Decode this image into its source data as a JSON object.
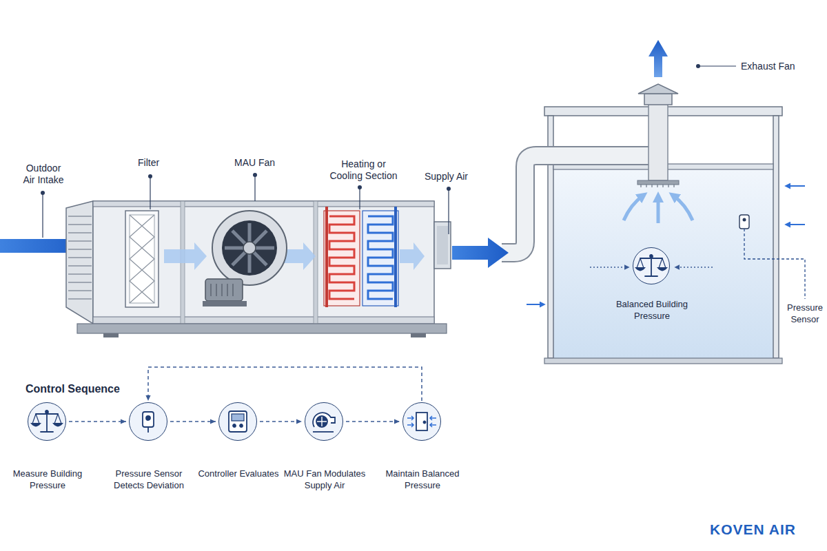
{
  "diagram": {
    "nodes": [
      {
        "text": [
          "Balanced Building Pressure"
        ]
      },
      {
        "text": [
          "Measure Building Pressure"
        ]
      },
      {
        "text": [
          "Pressure Sensor Detects Deviation"
        ]
      },
      {
        "text": [
          "Controller Evaluates"
        ]
      },
      {
        "text": [
          "MAU Fan Modulates Supply Air"
        ]
      },
      {
        "text": [
          "Maintain Balanced Pressure"
        ]
      }
    ],
    "edges": [
      {
        "from": 1,
        "to": 2,
        "arrow": "to"
      },
      {
        "from": 2,
        "to": 3,
        "arrow": "to"
      },
      {
        "from": 3,
        "to": 4,
        "arrow": "to"
      },
      {
        "from": 4,
        "to": 5,
        "arrow": "to"
      },
      {
        "from": 5,
        "to": 2,
        "arrow": "to"
      }
    ],
    "labels": [
      "Outdoor Air Intake",
      "Filter",
      "MAU Fan",
      "Heating or Cooling Section",
      "Supply Air",
      "Exhaust Fan",
      "Pressure Sensor",
      "Control Sequence",
      "KOVEN AIR"
    ]
  }
}
